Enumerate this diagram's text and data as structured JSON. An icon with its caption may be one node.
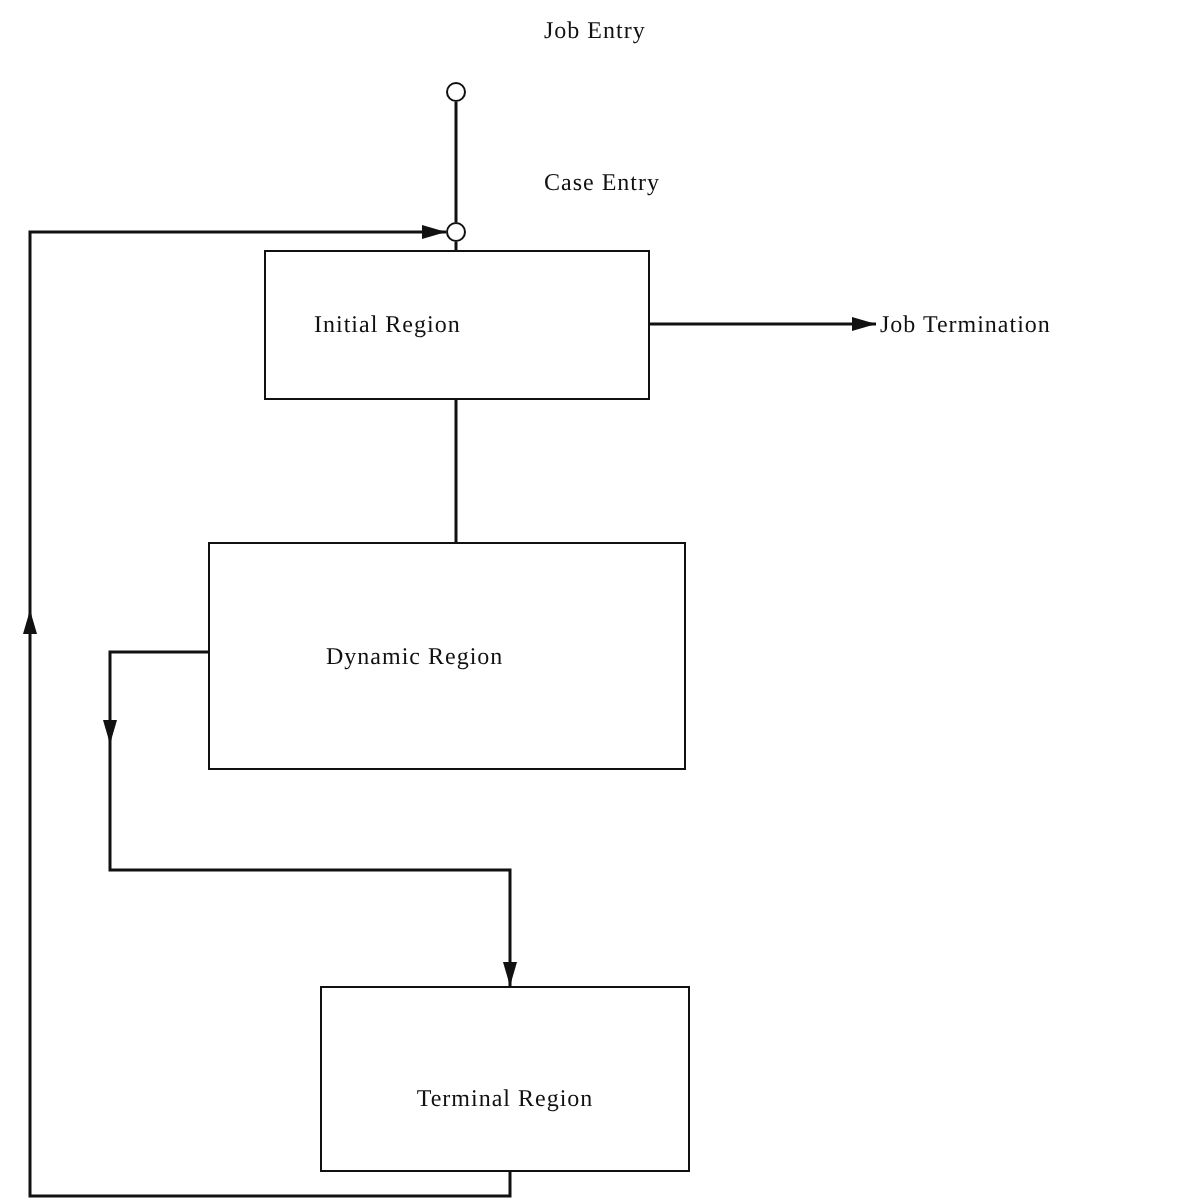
{
  "diagram": {
    "nodes": [
      {
        "text": [],
        "shape": "circle",
        "beside": [
          "Job Entry"
        ]
      },
      {
        "text": [],
        "shape": "circle",
        "beside": [
          "Case Entry"
        ]
      },
      {
        "text": [
          "Initial Region"
        ]
      },
      {
        "text": [
          "Job Termination"
        ]
      },
      {
        "text": [
          "Dynamic Region"
        ]
      },
      {
        "text": [
          "Terminal Region"
        ]
      }
    ],
    "edges": [
      {
        "from": 0,
        "to": 1,
        "arrow": "none"
      },
      {
        "from": 1,
        "to": 2,
        "arrow": "none"
      },
      {
        "from": 2,
        "to": 3,
        "arrow": "to"
      },
      {
        "from": 2,
        "to": 4,
        "arrow": "none"
      },
      {
        "from": 4,
        "to": 5,
        "arrow": "to"
      },
      {
        "from": 5,
        "to": 1,
        "arrow": "to"
      }
    ]
  }
}
